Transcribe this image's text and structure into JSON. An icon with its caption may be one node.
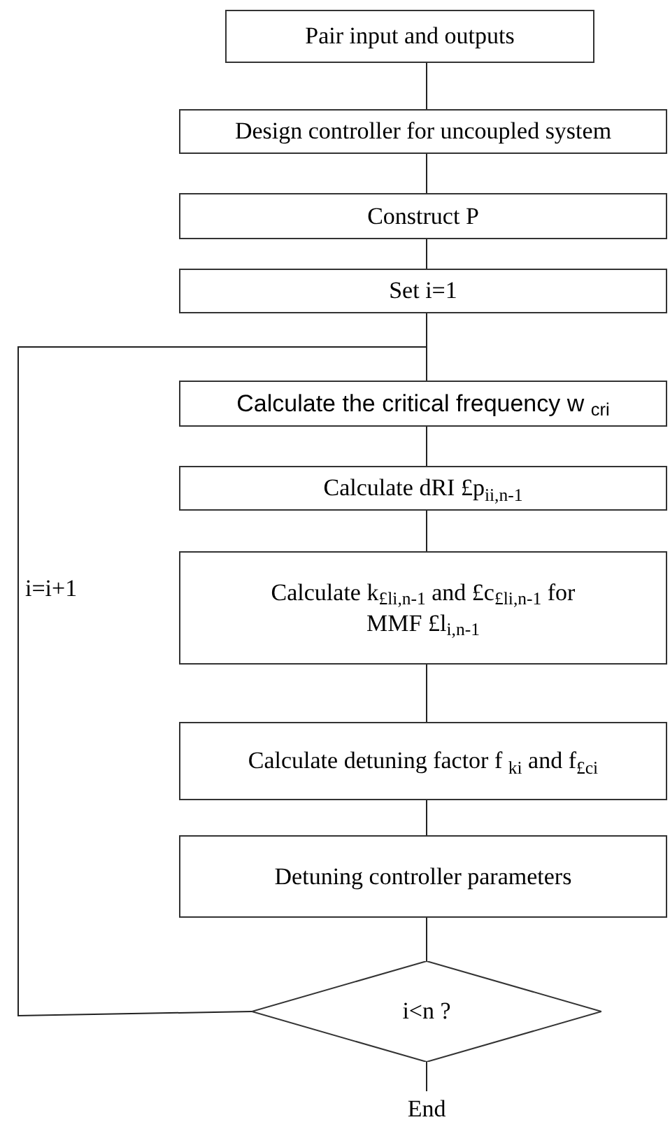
{
  "diagram": {
    "nodes": [
      {
        "text": [
          "Pair input and outputs"
        ]
      },
      {
        "text": [
          "Design controller for uncoupled system"
        ]
      },
      {
        "text": [
          "Construct P"
        ]
      },
      {
        "text": [
          "Set i=1"
        ]
      },
      {
        "text": [
          "Calculate the critical frequency w $_{cri}$"
        ]
      },
      {
        "text": [
          "Calculate dRI £p$_{ii,n-1}$"
        ]
      },
      {
        "text": [
          "Calculate k$_{£li,n-1}$ and £c$_{£li,n-1}$ for MMF £l$_{i,n-1}$"
        ]
      },
      {
        "text": [
          "Calculate detuning factor f $_{ki}$ and f$_{£ci}$"
        ]
      },
      {
        "text": [
          "Detuning controller parameters"
        ]
      },
      {
        "text": [
          "i<n ?"
        ]
      },
      {
        "text": [
          "End"
        ]
      }
    ],
    "edges": [
      {
        "from": 0,
        "to": 1,
        "arrow": "none"
      },
      {
        "from": 1,
        "to": 2,
        "arrow": "none"
      },
      {
        "from": 2,
        "to": 3,
        "arrow": "none"
      },
      {
        "from": 3,
        "to": 4,
        "arrow": "none"
      },
      {
        "from": 4,
        "to": 5,
        "arrow": "none"
      },
      {
        "from": 5,
        "to": 6,
        "arrow": "none"
      },
      {
        "from": 6,
        "to": 7,
        "arrow": "none"
      },
      {
        "from": 7,
        "to": 8,
        "arrow": "none"
      },
      {
        "from": 8,
        "to": 9,
        "arrow": "none"
      },
      {
        "from": 9,
        "to": 10,
        "arrow": "none"
      },
      {
        "from": 9,
        "to": 4,
        "arrow": "none",
        "label": "i=i+1"
      }
    ]
  }
}
